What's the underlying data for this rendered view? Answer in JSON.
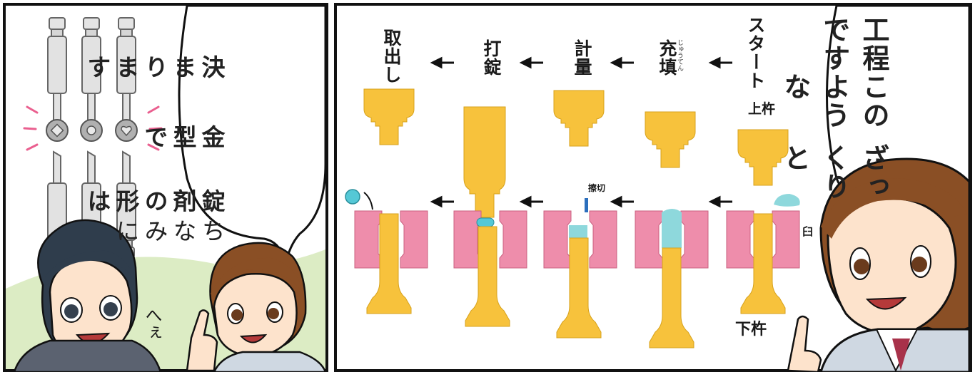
{
  "left_panel": {
    "speech": [
      "ちなみに",
      "錠剤の形は",
      "金型で",
      "決まります"
    ],
    "sfx": "へぇ"
  },
  "right_panel": {
    "speech": [
      "ざっくりと",
      "このような",
      "工程です"
    ],
    "steps": [
      {
        "label": "スタート"
      },
      {
        "label": "充填",
        "furigana": "じゅうてん"
      },
      {
        "label": "計量"
      },
      {
        "label": "打錠"
      },
      {
        "label": "取出し"
      }
    ],
    "annotations": {
      "upper_punch": "上杵",
      "lower_punch": "下杵",
      "die": "臼",
      "scrape": "擦切"
    }
  },
  "colors": {
    "punch": "#f7c23c",
    "die": "#ee8dab",
    "powder": "#8ed8dc",
    "tablet": "#55c8d6",
    "background_left": "#dcecc4"
  }
}
